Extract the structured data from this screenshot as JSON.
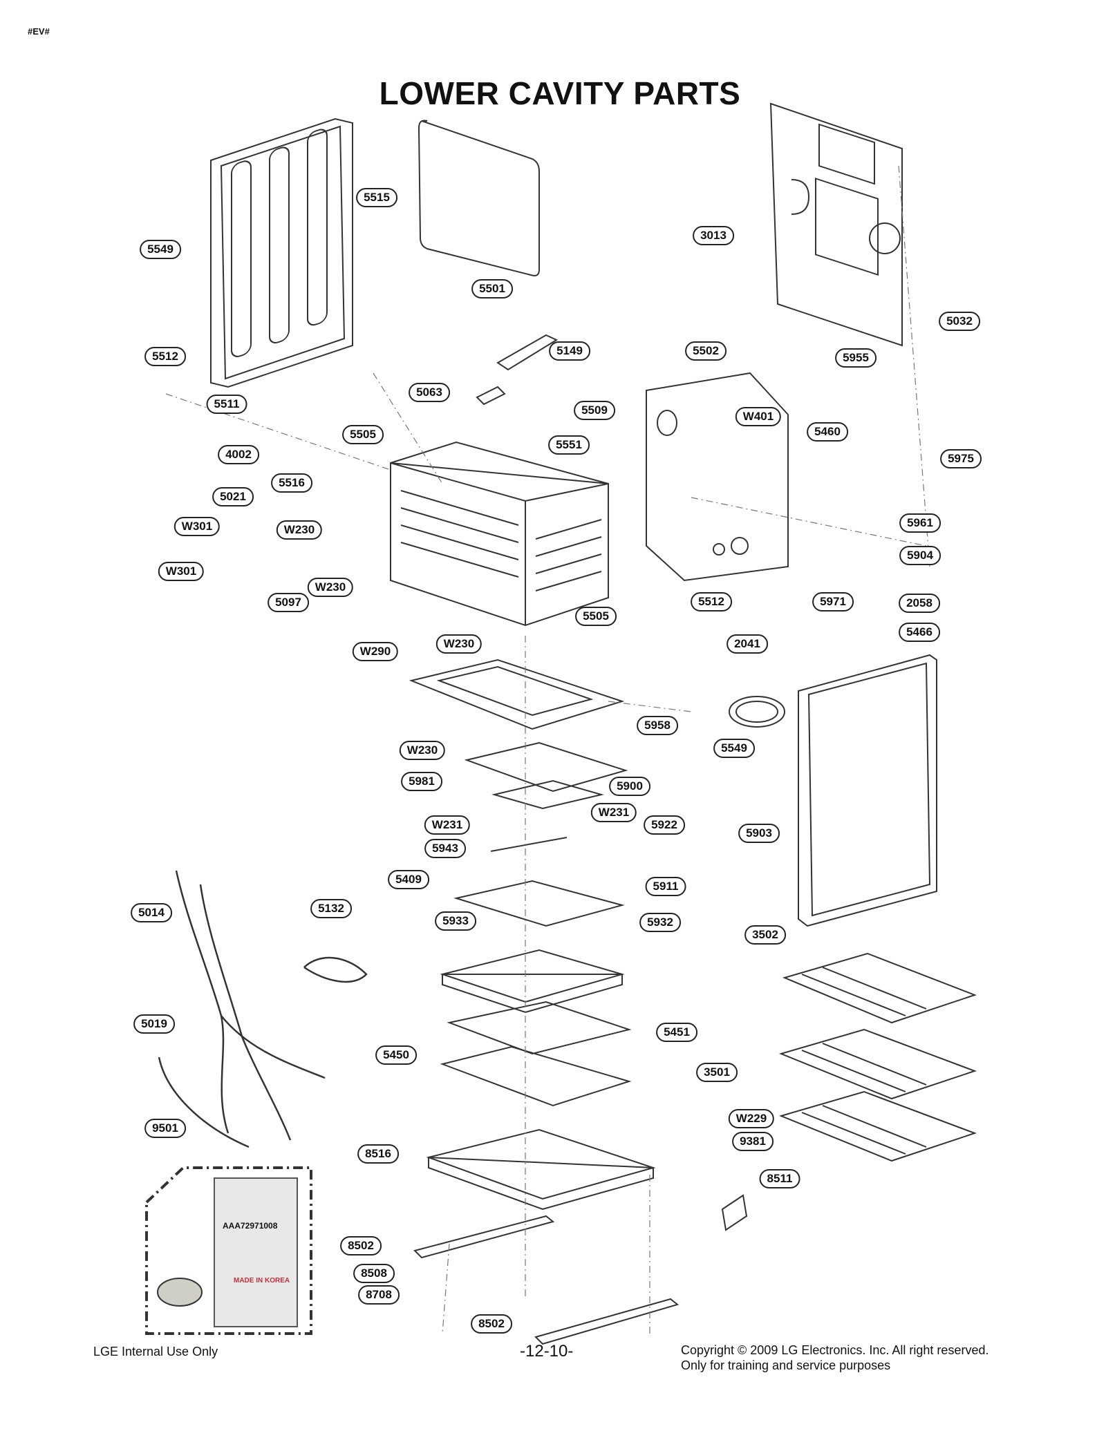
{
  "header_tag": "#EV#",
  "title": "LOWER CAVITY PARTS",
  "part_labels": [
    {
      "id": "5515"
    },
    {
      "id": "5549"
    },
    {
      "id": "5501"
    },
    {
      "id": "3013"
    },
    {
      "id": "5032"
    },
    {
      "id": "5512"
    },
    {
      "id": "5149"
    },
    {
      "id": "5502"
    },
    {
      "id": "5955"
    },
    {
      "id": "5511"
    },
    {
      "id": "5063"
    },
    {
      "id": "5509"
    },
    {
      "id": "W401"
    },
    {
      "id": "5460"
    },
    {
      "id": "4002"
    },
    {
      "id": "5505"
    },
    {
      "id": "5551"
    },
    {
      "id": "5975"
    },
    {
      "id": "5516"
    },
    {
      "id": "5021"
    },
    {
      "id": "W301"
    },
    {
      "id": "W230"
    },
    {
      "id": "5961"
    },
    {
      "id": "5904"
    },
    {
      "id": "W301"
    },
    {
      "id": "W230"
    },
    {
      "id": "5097"
    },
    {
      "id": "5512"
    },
    {
      "id": "5971"
    },
    {
      "id": "2058"
    },
    {
      "id": "5505"
    },
    {
      "id": "5466"
    },
    {
      "id": "W290"
    },
    {
      "id": "W230"
    },
    {
      "id": "2041"
    },
    {
      "id": "5958"
    },
    {
      "id": "W230"
    },
    {
      "id": "5549"
    },
    {
      "id": "5981"
    },
    {
      "id": "5900"
    },
    {
      "id": "W231"
    },
    {
      "id": "W231"
    },
    {
      "id": "5922"
    },
    {
      "id": "5903"
    },
    {
      "id": "5943"
    },
    {
      "id": "5409"
    },
    {
      "id": "5911"
    },
    {
      "id": "5014"
    },
    {
      "id": "5132"
    },
    {
      "id": "5933"
    },
    {
      "id": "5932"
    },
    {
      "id": "3502"
    },
    {
      "id": "5019"
    },
    {
      "id": "5451"
    },
    {
      "id": "5450"
    },
    {
      "id": "3501"
    },
    {
      "id": "9501"
    },
    {
      "id": "W229"
    },
    {
      "id": "9381"
    },
    {
      "id": "8516"
    },
    {
      "id": "8511"
    },
    {
      "id": "8502"
    },
    {
      "id": "8508"
    },
    {
      "id": "8708"
    },
    {
      "id": "8502"
    }
  ],
  "package_text": {
    "code": "AAA72971008",
    "made_in": "MADE IN KOREA"
  },
  "footer": {
    "left": "LGE Internal Use Only",
    "center": "-12-10-",
    "right_line1": "Copyright © 2009 LG Electronics. Inc. All right reserved.",
    "right_line2": "Only for training and service purposes"
  }
}
